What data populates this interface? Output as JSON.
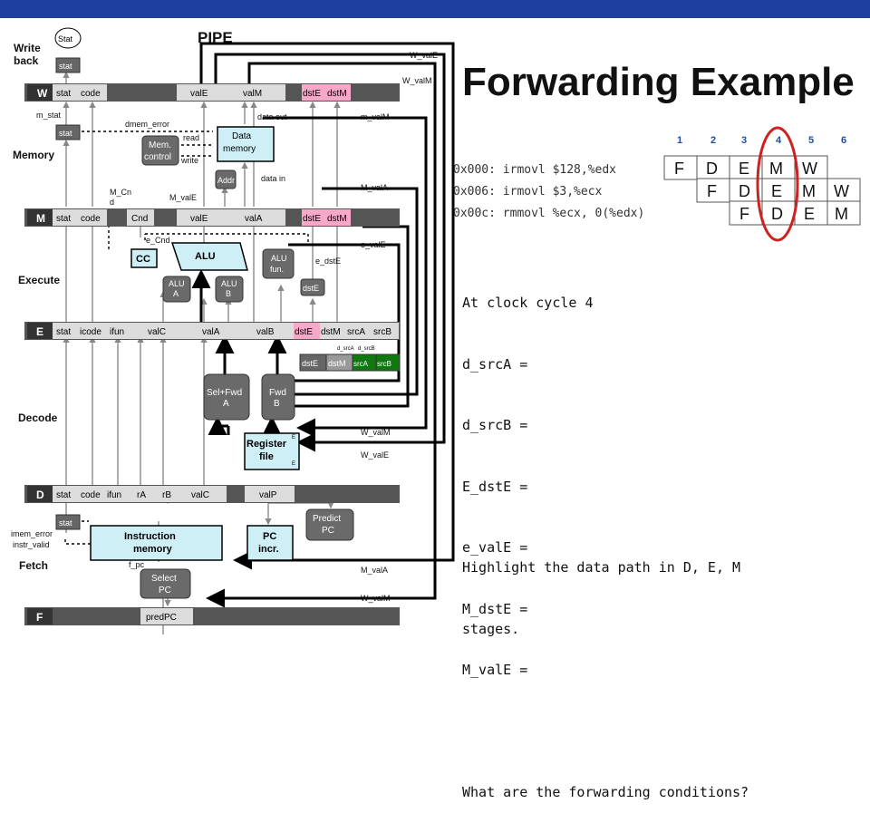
{
  "slide": {
    "title": "Forwarding Example",
    "pipe_title": "PIPE",
    "stages": {
      "write_back": [
        "Write",
        "back"
      ],
      "memory": "Memory",
      "execute": "Execute",
      "decode": "Decode",
      "fetch": "Fetch"
    },
    "stat_oval": "Stat",
    "reg_labels": {
      "w": "W",
      "m": "M",
      "e": "E",
      "d": "D",
      "f": "F"
    },
    "w_fields": [
      "stat",
      "code",
      "",
      "valE",
      "valM",
      "",
      "dstE",
      "dstM"
    ],
    "m_fields": [
      "stat",
      "code",
      "",
      "Cnd",
      "valE",
      "valA",
      "",
      "dstE",
      "dstM"
    ],
    "e_fields": [
      "stat",
      "icode",
      "ifun",
      "valC",
      "valA",
      "valB",
      "dstE",
      "dstM",
      "srcA",
      "srcB"
    ],
    "e_dst_boxes": [
      "dstE",
      "dstM",
      "srcA",
      "srcB"
    ],
    "d_fields": [
      "stat",
      "code",
      "ifun",
      "rA",
      "rB",
      "valC",
      "",
      "valP"
    ],
    "f_fields": [
      "",
      "predPC",
      ""
    ],
    "units": {
      "stat": "stat",
      "data_memory": [
        "Data",
        "memory"
      ],
      "mem_control": [
        "Mem.",
        "control"
      ],
      "addr": "Addr",
      "alu": "ALU",
      "alu_a": [
        "ALU",
        "A"
      ],
      "alu_b": [
        "ALU",
        "B"
      ],
      "alu_fun": [
        "ALU",
        "fun."
      ],
      "cc": "CC",
      "dste": "dstE",
      "sel_fwd_a": [
        "Sel+Fwd",
        "A"
      ],
      "fwd_b": [
        "Fwd",
        "B"
      ],
      "register_file": [
        "Register",
        "file"
      ],
      "instruction_memory": [
        "Instruction",
        "memory"
      ],
      "pc_incr": [
        "PC",
        "incr."
      ],
      "predict_pc": [
        "Predict",
        "PC"
      ],
      "select_pc": [
        "Select",
        "PC"
      ],
      "d_srca": "d_srcA",
      "d_srcb": "d_srcB",
      "e": "E"
    },
    "signals": {
      "w_vale_top": "W_valE",
      "w_valm_top": "W_valM",
      "m_valm": "m_valM",
      "data_out": "data out",
      "data_in": "data in",
      "m_stat": "m_stat",
      "dmem_error": "dmem_error",
      "read": "read",
      "write": "write",
      "m_cnd": [
        "M_Cn",
        "d"
      ],
      "m_vale_mid": "M_valE",
      "m_vala_mid": "M_valA",
      "e_cnd": "e_Cnd",
      "e_vale": "e_valE",
      "e_dste": "e_dstE",
      "w_valm_mid": "W_valM",
      "w_vale_mid": "W_valE",
      "imem_error": "imem_error",
      "instr_valid": "instr_valid",
      "f_pc": "f_pc",
      "m_vala_bot": "M_valA",
      "w_valm_bot": "W_valM"
    },
    "pipeline_table": {
      "cycles": [
        "1",
        "2",
        "3",
        "4",
        "5",
        "6"
      ],
      "instructions": [
        {
          "code": "0x000: irmovl $128,%edx",
          "stages": [
            "F",
            "D",
            "E",
            "M",
            "W"
          ]
        },
        {
          "code": "0x006: irmovl  $3,%ecx",
          "stages": [
            "F",
            "D",
            "E",
            "M",
            "W"
          ]
        },
        {
          "code": "0x00c: rmmovl %ecx, 0(%edx)",
          "stages": [
            "F",
            "D",
            "E",
            "M"
          ]
        }
      ]
    },
    "question_lines": [
      "At clock cycle 4",
      "d_srcA =",
      "d_srcB =",
      "E_dstE =",
      "e_valE =",
      "M_dstE =",
      "M_valE =",
      "",
      "What are the forwarding conditions?"
    ],
    "highlight_lines": [
      "Highlight the data path in D, E, M",
      "stages."
    ],
    "colors": {
      "top_bar": "#1e3ea0",
      "pipe_register": "#555555",
      "pink": "#f7a8c8",
      "green": "#117711",
      "unit_gray": "#6a6a6a",
      "unit_cyan": "#cfeff7",
      "cycle_blue": "#1f4e9e",
      "highlight_oval": "#cc2222"
    }
  }
}
